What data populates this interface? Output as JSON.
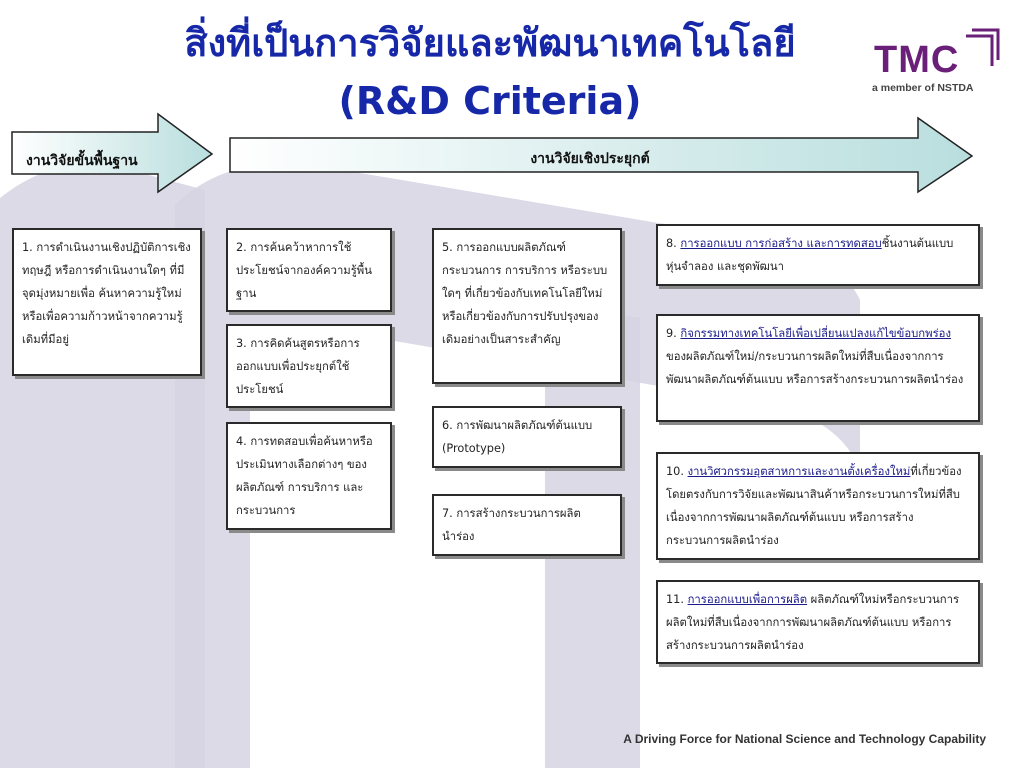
{
  "slide": {
    "title_th": "สิ่งที่เป็นการวิจัยและพัฒนาเทคโนโลยี",
    "title_en": "(R&D Criteria)",
    "footer": "A Driving Force for National Science and Technology Capability"
  },
  "logo": {
    "word": "TMC",
    "tagline": "a member of NSTDA",
    "color": "#6a1f78"
  },
  "arrows": {
    "basic": "งานวิจัยขั้นพื้นฐาน",
    "applied": "งานวิจัยเชิงประยุกต์"
  },
  "colors": {
    "title": "#1628a8",
    "arrow_fill": "#d8ecec",
    "background_shape": "#d6d4e2"
  },
  "items": {
    "1": {
      "text": "1. การดำเนินงานเชิงปฏิบัติการเชิงทฤษฎี หรือการดำเนินงานใดๆ ที่มีจุดมุ่งหมายเพื่อ ค้นหาความรู้ใหม่ หรือเพื่อความก้าวหน้าจากความรู้เดิมที่มีอยู่"
    },
    "2": {
      "text": "2. การค้นคว้าหาการใช้ประโยชน์จากองค์ความรู้พื้นฐาน"
    },
    "3": {
      "text": "3. การคิดค้นสูตรหรือการออกแบบเพื่อประยุกต์ใช้ประโยชน์"
    },
    "4": {
      "text": "4. การทดสอบเพื่อค้นหาหรือประเมินทางเลือกต่างๆ ของผลิตภัณฑ์ การบริการ และกระบวนการ"
    },
    "5": {
      "text": "5. การออกแบบผลิตภัณฑ์ กระบวนการ การบริการ หรือระบบใดๆ ที่เกี่ยวข้องกับเทคโนโลยีใหม่หรือเกี่ยวข้องกับการปรับปรุงของเดิมอย่างเป็นสาระสำคัญ"
    },
    "6": {
      "text": "6. การพัฒนาผลิตภัณฑ์ต้นแบบ (Prototype)"
    },
    "7": {
      "text": "7. การสร้างกระบวนการผลิตนำร่อง"
    },
    "8": {
      "num": "8.",
      "link": "การออกแบบ การก่อสร้าง และการทดสอบ",
      "rest": "ชิ้นงานต้นแบบ หุ่นจำลอง และชุดพัฒนา"
    },
    "9": {
      "num": "9.",
      "link": "กิจกรรมทางเทคโนโลยีเพื่อเปลี่ยนแปลงแก้ไขข้อบกพร่อง",
      "rest": "ของผลิตภัณฑ์ใหม่/กระบวนการผลิตใหม่ที่สืบเนื่องจากการพัฒนาผลิตภัณฑ์ต้นแบบ หรือการสร้างกระบวนการผลิตนำร่อง"
    },
    "10": {
      "num": "10.",
      "link": "งานวิศวกรรมอุตสาหการและงานตั้งเครื่องใหม่",
      "rest": "ที่เกี่ยวข้องโดยตรงกับการวิจัยและพัฒนาสินค้าหรือกระบวนการใหม่ที่สืบเนื่องจากการพัฒนาผลิตภัณฑ์ต้นแบบ หรือการสร้างกระบวนการผลิตนำร่อง"
    },
    "11": {
      "num": "11.",
      "link": "การออกแบบเพื่อการผลิต",
      "rest": " ผลิตภัณฑ์ใหม่หรือกระบวนการผลิตใหม่ที่สืบเนื่องจากการพัฒนาผลิตภัณฑ์ต้นแบบ หรือการสร้างกระบวนการผลิตนำร่อง"
    }
  }
}
